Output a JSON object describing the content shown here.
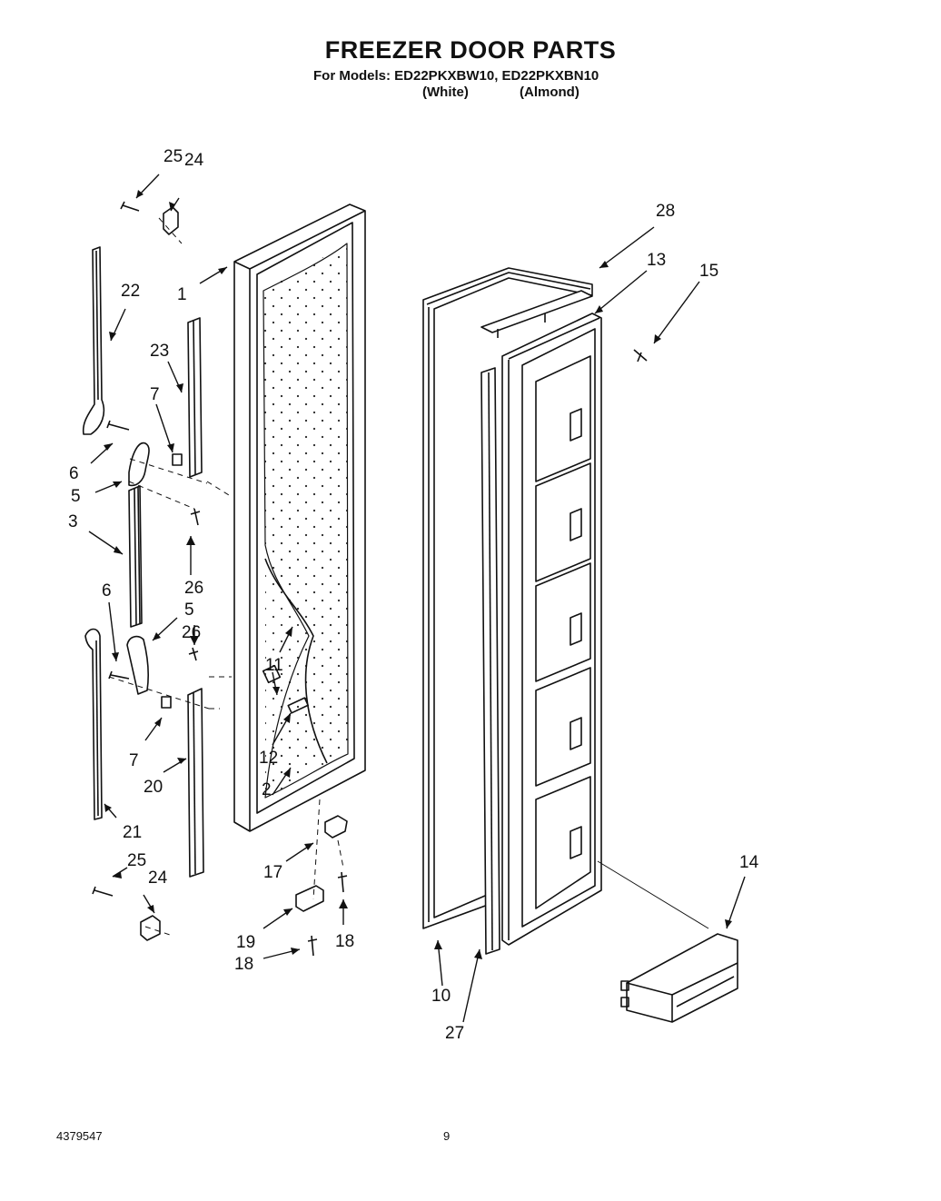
{
  "header": {
    "title": "FREEZER DOOR PARTS",
    "models": "For Models: ED22PKXBW10, ED22PKXBN10",
    "variant_white": "(White)",
    "variant_almond": "(Almond)"
  },
  "footer": {
    "doc_number": "4379547",
    "page_number": "9"
  },
  "callouts": {
    "c1": "1",
    "c2": "2",
    "c3": "3",
    "c5a": "5",
    "c5b": "5",
    "c6a": "6",
    "c6b": "6",
    "c7a": "7",
    "c7b": "7",
    "c10": "10",
    "c11": "11",
    "c12": "12",
    "c13": "13",
    "c14": "14",
    "c15": "15",
    "c17": "17",
    "c18a": "18",
    "c18b": "18",
    "c19": "19",
    "c20": "20",
    "c21": "21",
    "c22": "22",
    "c23": "23",
    "c24a": "24",
    "c24b": "24",
    "c25a": "25",
    "c25b": "25",
    "c26a": "26",
    "c26b": "26",
    "c27": "27",
    "c28": "28"
  }
}
